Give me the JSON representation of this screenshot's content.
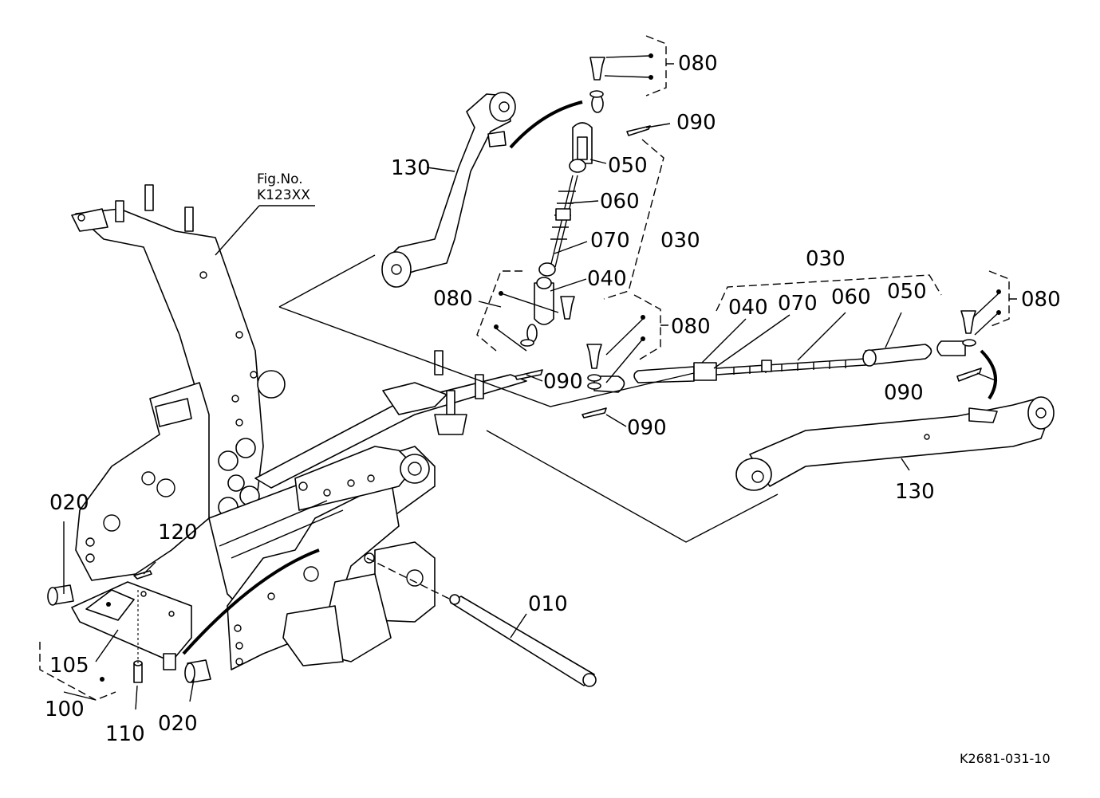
{
  "figure_ref": {
    "line1": "Fig.No.",
    "line2": "K123XX"
  },
  "image_code": "K2681-031-10",
  "labels": {
    "080_top": "080",
    "090_top": "090",
    "050_top": "050",
    "060_top": "060",
    "070_top": "070",
    "030_left": "030",
    "040_left": "040",
    "080_left": "080",
    "090_mid_left": "090",
    "080_mid": "080",
    "090_mid": "090",
    "130_upper": "130",
    "030_right": "030",
    "040_right": "040",
    "070_right": "070",
    "060_right": "060",
    "050_right": "050",
    "080_right": "080",
    "090_right": "090",
    "130_lower": "130",
    "010": "010",
    "020_left": "020",
    "020_bottom": "020",
    "120": "120",
    "105": "105",
    "100": "100",
    "110": "110"
  }
}
